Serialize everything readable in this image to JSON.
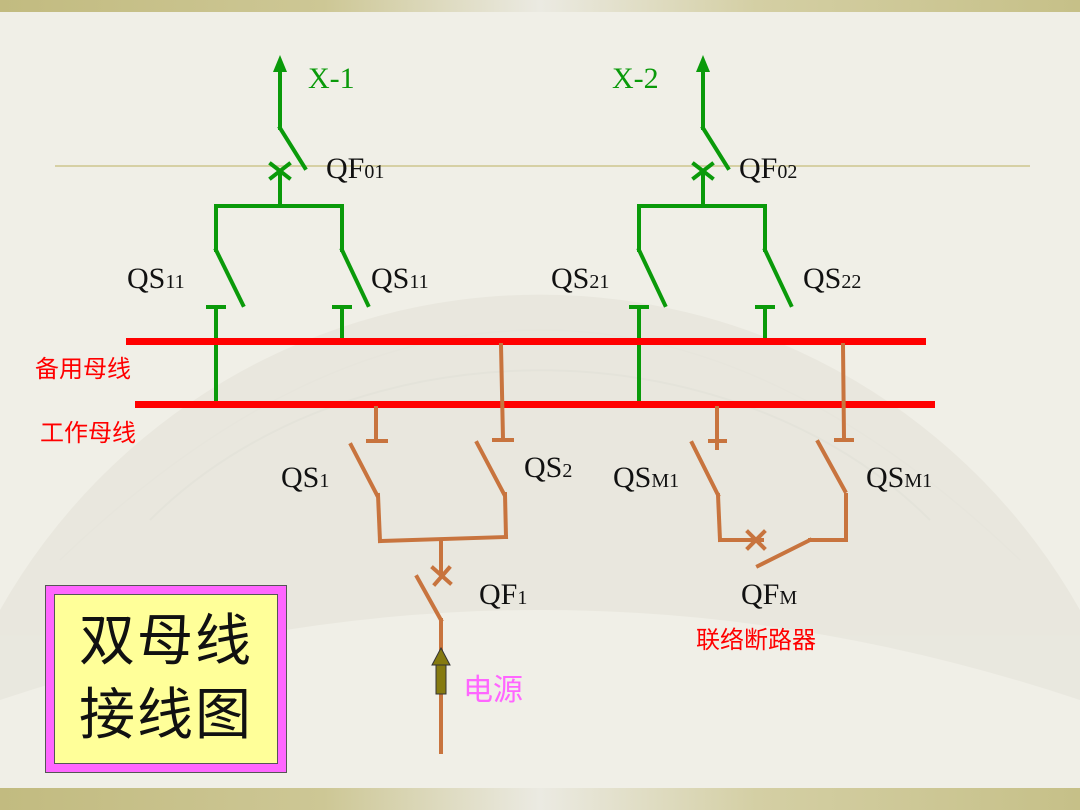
{
  "colors": {
    "feeder": "#0a9a0a",
    "bus": "#ff0000",
    "source": "#c8743e",
    "arrow_fill": "#857a10",
    "label_black": "#111111",
    "label_red": "#ff0000",
    "label_pink": "#ff66ff",
    "title_border": "#ff66ff",
    "title_bg": "#ffff99"
  },
  "feeders": [
    {
      "name": "X-1",
      "breaker": {
        "base": "QF",
        "sub": "01"
      },
      "left_disconnector": {
        "base": "QS",
        "sub": "11"
      },
      "right_disconnector": {
        "base": "QS",
        "sub": "11"
      }
    },
    {
      "name": "X-2",
      "breaker": {
        "base": "QF",
        "sub": "02"
      },
      "left_disconnector": {
        "base": "QS",
        "sub": "21"
      },
      "right_disconnector": {
        "base": "QS",
        "sub": "22"
      }
    }
  ],
  "buses": {
    "spare": "备用母线",
    "working": "工作母线"
  },
  "source_branch": {
    "disconnector_1": {
      "base": "QS",
      "sub": "1"
    },
    "disconnector_2": {
      "base": "QS",
      "sub": "2"
    },
    "breaker": {
      "base": "QF",
      "sub": "1"
    },
    "source_label": "电源"
  },
  "tie_branch": {
    "disconnector_left": {
      "base": "QS",
      "sub": "M1"
    },
    "disconnector_right": {
      "base": "QS",
      "sub": "M1"
    },
    "breaker": {
      "base": "QF",
      "sub": "M"
    },
    "breaker_desc": "联络断路器"
  },
  "title": {
    "line1": "双母线",
    "line2": "接线图"
  }
}
